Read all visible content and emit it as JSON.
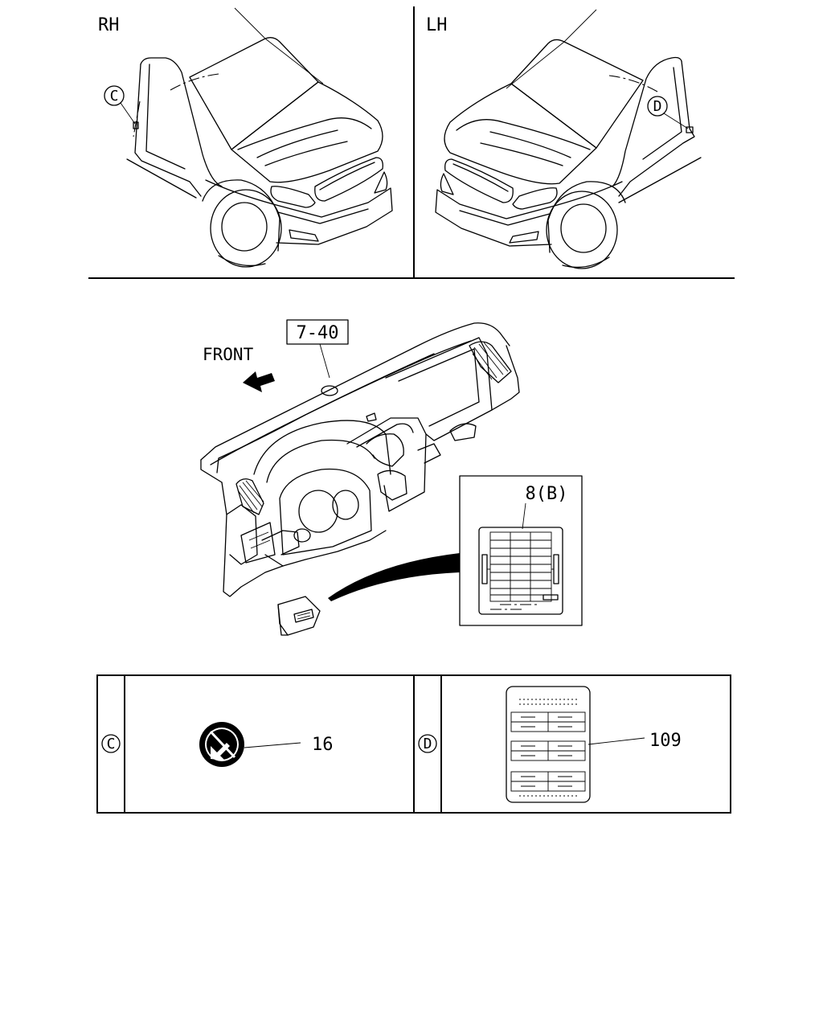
{
  "top_panels": {
    "rh_label": "RH",
    "lh_label": "LH",
    "rh_callout": "C",
    "lh_callout": "D"
  },
  "dashboard": {
    "part_box_label": "7-40",
    "front_label": "FRONT",
    "inset_label": "8(B)"
  },
  "detail_panels": {
    "c_callout": "C",
    "c_part_number": "16",
    "d_callout": "D",
    "d_part_number": "109"
  },
  "icons": [
    "arrow-front-icon",
    "caution-label-icon",
    "fuse-label-icon"
  ]
}
